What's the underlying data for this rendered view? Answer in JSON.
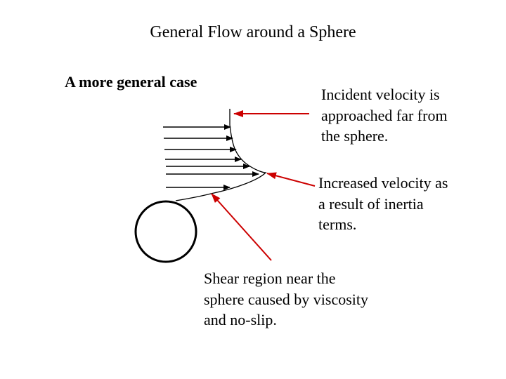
{
  "title": "General Flow around a Sphere",
  "subtitle": "A more general case",
  "annotations": {
    "incident": {
      "lines": [
        "Incident velocity is",
        "approached far from",
        "the sphere."
      ]
    },
    "increased": {
      "lines": [
        "Increased velocity as",
        "a result of inertia",
        "terms."
      ]
    },
    "shear": {
      "lines": [
        "Shear region near the",
        "sphere caused by viscosity",
        "and no-slip."
      ]
    }
  },
  "colors": {
    "text": "#000000",
    "pointer_arrow": "#cc0000",
    "line": "#000000",
    "background": "#ffffff"
  },
  "icons": {
    "velocity_vector": "arrow-right",
    "pointer": "arrow-left"
  }
}
